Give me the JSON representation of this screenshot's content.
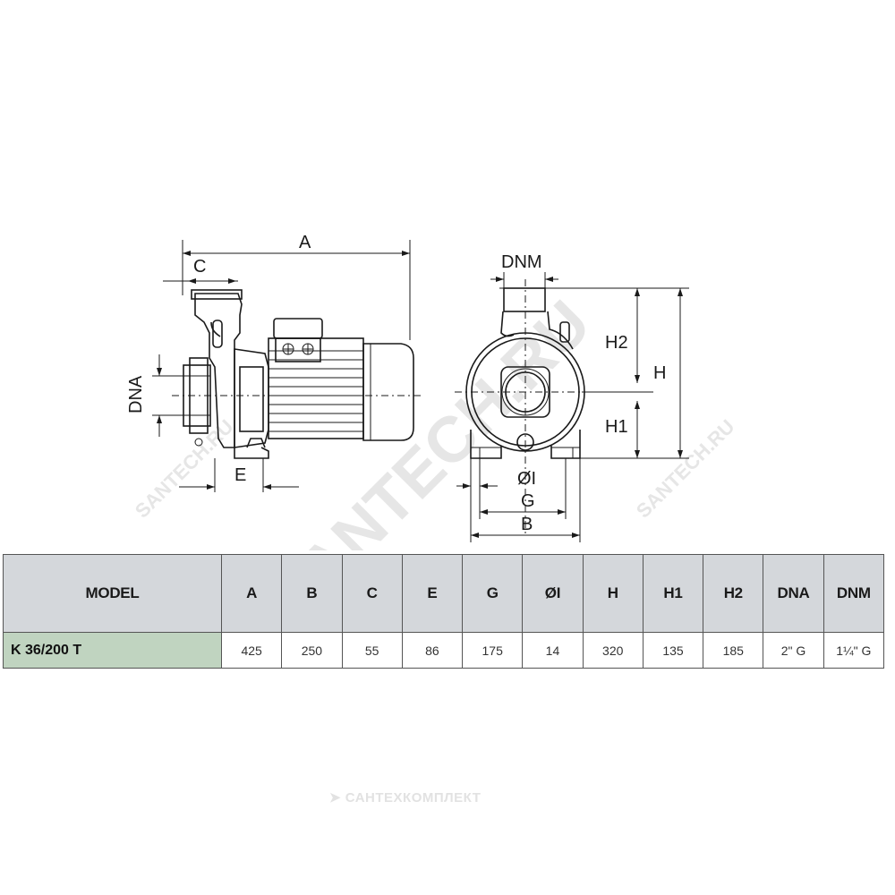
{
  "drawing": {
    "side_labels": {
      "A": "A",
      "C": "C",
      "E": "E",
      "DNA": "DNA"
    },
    "front_labels": {
      "DNM": "DNM",
      "H": "H",
      "H1": "H1",
      "H2": "H2",
      "OI": "ØI",
      "G": "G",
      "B": "B"
    },
    "watermarks": {
      "main": "SANTECH.RU",
      "small_left": "SANTECH.RU",
      "small_right": "SANTECH.RU"
    }
  },
  "table": {
    "headers": [
      "MODEL",
      "A",
      "B",
      "C",
      "E",
      "G",
      "ØI",
      "H",
      "H1",
      "H2",
      "DNA",
      "DNM"
    ],
    "row": {
      "model": "K 36/200 T",
      "A": "425",
      "B": "250",
      "C": "55",
      "E": "86",
      "G": "175",
      "OI": "14",
      "H": "320",
      "H1": "135",
      "H2": "185",
      "DNA": "2\" G",
      "DNM": "1¼\" G"
    },
    "colors": {
      "header_bg": "#d4d7db",
      "model_bg": "#c0d4c0",
      "border": "#555555"
    }
  },
  "footer": {
    "logo_text": "САНТЕХКОМПЛЕКТ"
  }
}
